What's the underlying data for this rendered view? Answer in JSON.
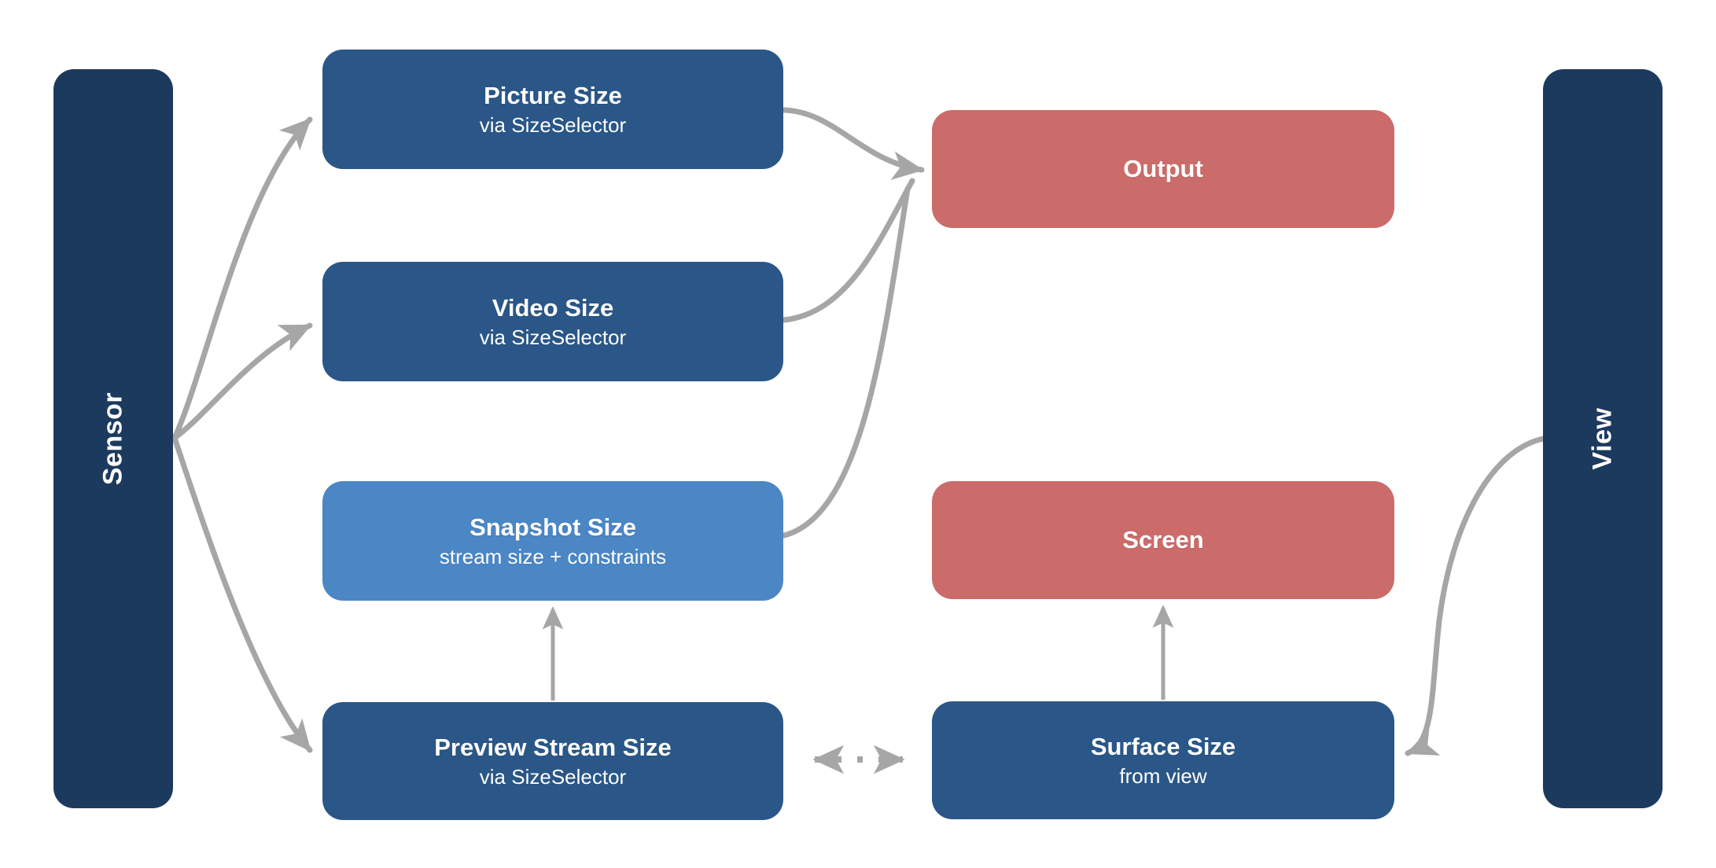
{
  "sensor_label": "Sensor",
  "view_label": "View",
  "nodes": {
    "picture_size": {
      "title": "Picture Size",
      "subtitle": "via SizeSelector",
      "color": "#2a5788"
    },
    "video_size": {
      "title": "Video Size",
      "subtitle": "via SizeSelector",
      "color": "#2a5788"
    },
    "snapshot_size": {
      "title": "Snapshot Size",
      "subtitle": "stream size + constraints",
      "color": "#4b86c5"
    },
    "preview_stream_size": {
      "title": "Preview Stream Size",
      "subtitle": "via SizeSelector",
      "color": "#2a5788"
    },
    "output": {
      "title": "Output",
      "subtitle": "",
      "color": "#cb6c6b"
    },
    "screen": {
      "title": "Screen",
      "subtitle": "",
      "color": "#cb6c6b"
    },
    "surface_size": {
      "title": "Surface Size",
      "subtitle": "from view",
      "color": "#2a5788"
    }
  },
  "edges": [
    {
      "from": "sensor",
      "to": "picture_size",
      "style": "solid-curve"
    },
    {
      "from": "sensor",
      "to": "video_size",
      "style": "solid-curve"
    },
    {
      "from": "sensor",
      "to": "preview_stream_size",
      "style": "solid-curve"
    },
    {
      "from": "picture_size",
      "to": "output",
      "style": "solid-curve"
    },
    {
      "from": "video_size",
      "to": "output",
      "style": "solid-curve"
    },
    {
      "from": "snapshot_size",
      "to": "output",
      "style": "solid-curve"
    },
    {
      "from": "preview_stream_size",
      "to": "snapshot_size",
      "style": "solid-vertical"
    },
    {
      "from": "surface_size",
      "to": "screen",
      "style": "solid-vertical"
    },
    {
      "from": "preview_stream_size",
      "to": "surface_size",
      "style": "dotted-bidirectional"
    },
    {
      "from": "view",
      "to": "surface_size",
      "style": "solid-curve"
    }
  ],
  "colors": {
    "sidebar_navy": "#1c3a5e",
    "box_blue": "#2a5788",
    "box_light_blue": "#4b86c5",
    "box_red": "#cb6c6b",
    "arrow_gray": "#a6a6a6",
    "background": "#ffffff",
    "text": "#ffffff"
  }
}
